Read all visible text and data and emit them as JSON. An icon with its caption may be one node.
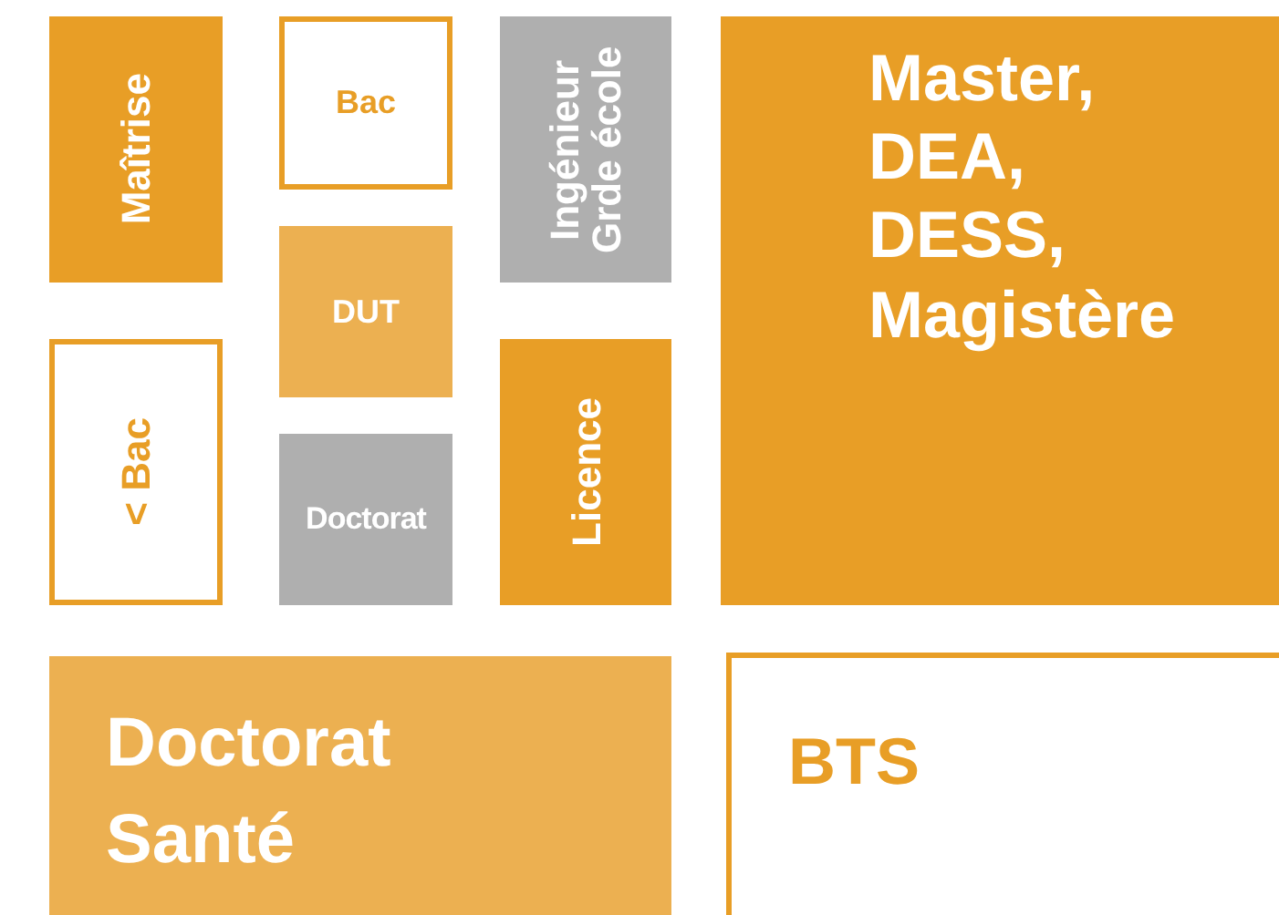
{
  "diagram": {
    "nodes": [
      {
        "text": [
          "Maîtrise"
        ]
      },
      {
        "text": [
          "Bac"
        ]
      },
      {
        "text": [
          "Ingénieur Grde école"
        ]
      },
      {
        "text": [
          "Master, DEA, DESS, Magistère"
        ]
      },
      {
        "text": [
          "DUT"
        ]
      },
      {
        "text": [
          "< Bac"
        ]
      },
      {
        "text": [
          "Licence"
        ]
      },
      {
        "text": [
          "Doctorat"
        ]
      },
      {
        "text": [
          "Doctorat Santé"
        ]
      },
      {
        "text": [
          "BTS"
        ]
      }
    ]
  }
}
